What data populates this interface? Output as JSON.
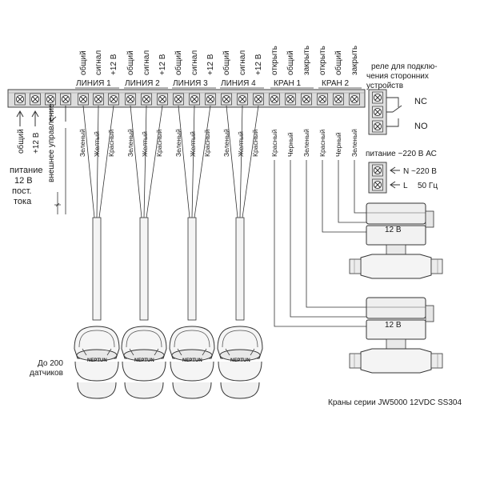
{
  "colors": {
    "ink": "#1a1a1a",
    "terminal_fill": "#e8e8e8",
    "device_fill": "#eeeeee"
  },
  "terminal_block": {
    "top_labels": [
      "общий",
      "сигнал",
      "+12 В",
      "общий",
      "сигнал",
      "+12 В",
      "общий",
      "сигнал",
      "+12 В",
      "общий",
      "сигнал",
      "+12 В",
      "открыть",
      "общий",
      "закрыть",
      "открыть",
      "общий",
      "закрыть"
    ],
    "groups": [
      "ЛИНИЯ 1",
      "ЛИНИЯ 2",
      "ЛИНИЯ 3",
      "ЛИНИЯ 4",
      "КРАН 1",
      "КРАН 2"
    ],
    "left_labels": [
      "общий",
      "+12 В",
      "внешнее управление"
    ],
    "power_note": [
      "питание",
      "12 В",
      "пост.",
      "тока"
    ]
  },
  "sensor_wires": [
    "Зеленый",
    "Желтый",
    "Красный"
  ],
  "valve_wires": {
    "valve1": [
      "Красный",
      "Черный",
      "Зеленый"
    ],
    "valve2": [
      "Красный",
      "Черный",
      "Зеленый"
    ]
  },
  "relay": {
    "title": [
      "реле для подклю-",
      "чения сторонних",
      "устройств"
    ],
    "nc": "NC",
    "no": "NO"
  },
  "mains": {
    "title": "питание ~220 В АС",
    "n_label": "N ~220 В",
    "l_label": "L",
    "hz": "50 Гц"
  },
  "valves": {
    "voltage_label": "12 В"
  },
  "sensors": {
    "brand": "NEPTUN",
    "count_note": [
      "До 200",
      "датчиков"
    ]
  },
  "footer": "Краны серии JW5000 12VDC SS304"
}
